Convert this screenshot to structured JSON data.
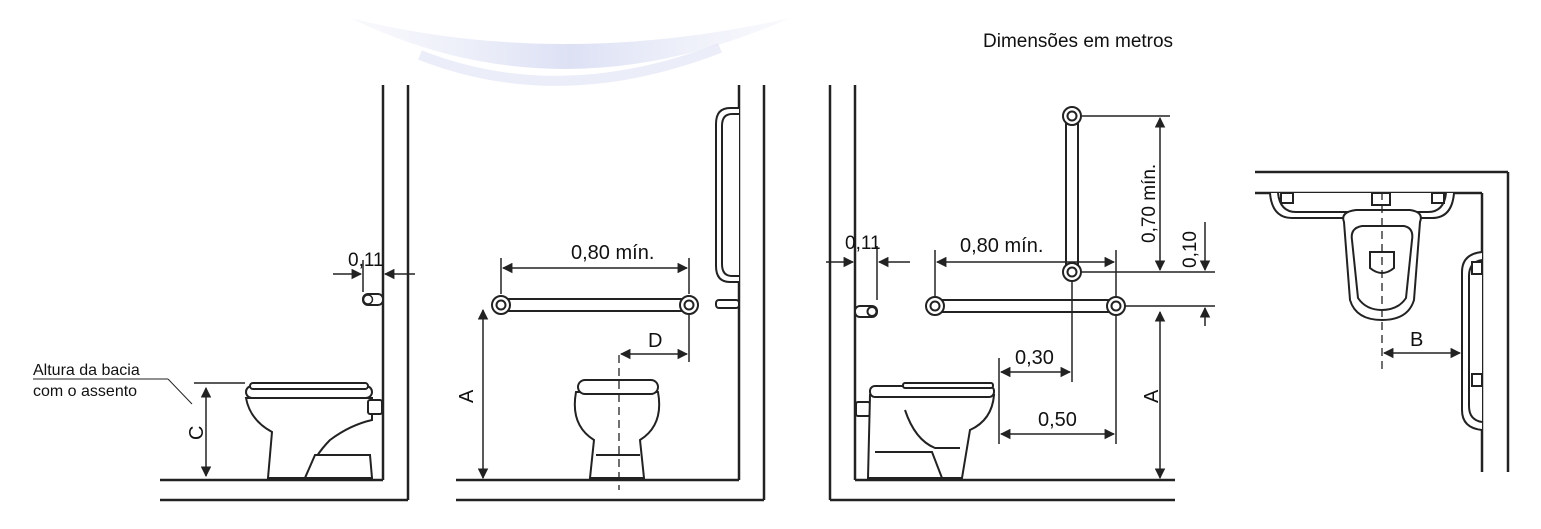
{
  "header": {
    "units_note": "Dimensões em metros"
  },
  "panel1": {
    "offset_label": "0,11",
    "seat_note_line1": "Altura da bacia",
    "seat_note_line2": "com o assento",
    "height_letter": "C"
  },
  "panel2": {
    "bar_length_label": "0,80 mín.",
    "bar_height_letter": "A",
    "offset_letter": "D"
  },
  "panel3": {
    "offset_label": "0,11",
    "bar_length_label": "0,80 mín.",
    "vertical_bar_label": "0,70 mín.",
    "gap_label": "0,10",
    "dist1_label": "0,30",
    "dist2_label": "0,50",
    "bar_height_letter": "A"
  },
  "panel4": {
    "offset_letter": "B"
  }
}
